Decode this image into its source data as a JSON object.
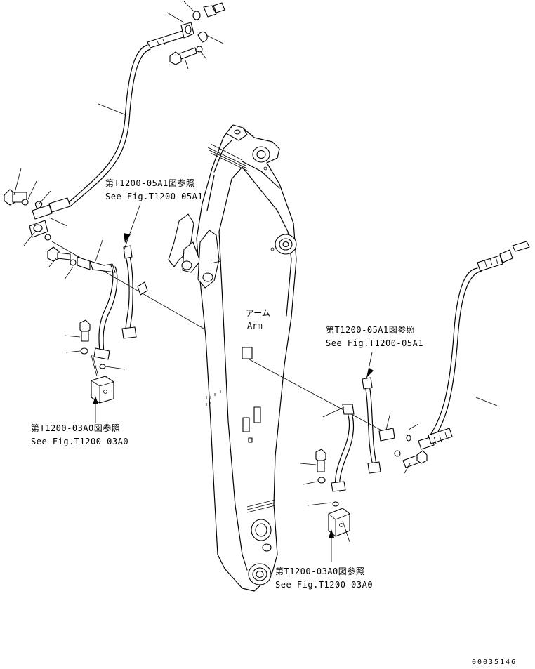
{
  "labels": {
    "arm_jp": "アーム",
    "arm_en": "Arm",
    "ref_05a1_top_jp": "第T1200-05A1図参照",
    "ref_05a1_top_en": "See Fig.T1200-05A1",
    "ref_05a1_right_jp": "第T1200-05A1図参照",
    "ref_05a1_right_en": "See Fig.T1200-05A1",
    "ref_03a0_left_jp": "第T1200-03A0図参照",
    "ref_03a0_left_en": "See Fig.T1200-03A0",
    "ref_03a0_bottom_jp": "第T1200-03A0図参照",
    "ref_03a0_bottom_en": "See Fig.T1200-03A0"
  },
  "drawing_code": "00035146"
}
